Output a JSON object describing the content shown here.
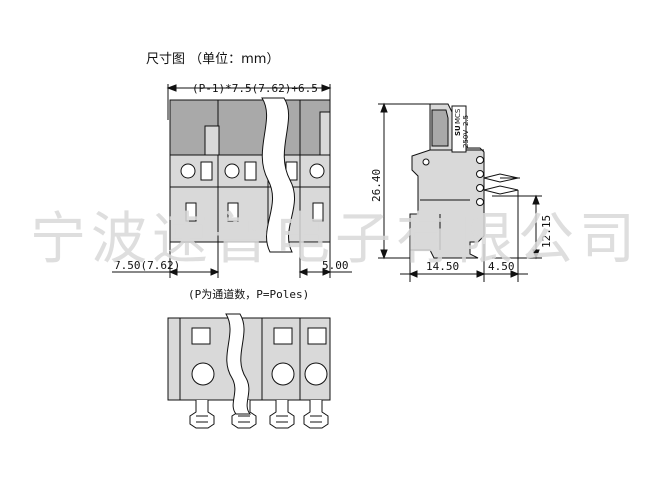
{
  "header": {
    "title": "尺寸图 （单位：mm）"
  },
  "dimensions": {
    "top_width_formula": "(P-1)*7.5(7.62)+6.5",
    "pitch": "7.50(7.62)",
    "end_offset": "5.00",
    "height_total": "26.40",
    "height_lower": "12.15",
    "depth_main": "14.50",
    "depth_extra": "4.50"
  },
  "note": "(P为通道数，P=Poles)",
  "side_marking": {
    "brand": "SU",
    "series": "MCS",
    "voltage": "250V",
    "current": "2.5"
  },
  "watermark": "宁波速普电子有限公司",
  "colors": {
    "line": "#111111",
    "body": "#d9d9d9",
    "body_dark": "#a9a9a9",
    "watermark": "#d9d9d9"
  }
}
